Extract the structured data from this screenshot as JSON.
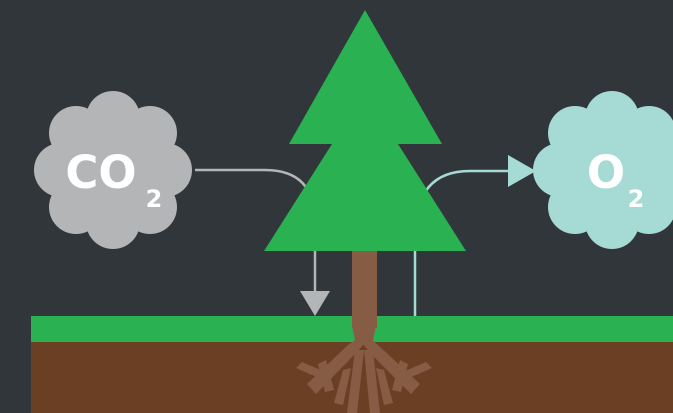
{
  "diagram": {
    "colors": {
      "background": "#31363a",
      "grass": "#2ab152",
      "soil": "#6a3f24",
      "tree_foliage": "#2ab152",
      "trunk": "#875c45",
      "roots": "#875c45",
      "co2_cloud": "#b3b5b7",
      "o2_cloud": "#a5dbd4",
      "co2_arrow": "#b3b5b7",
      "o2_arrow": "#a5dbd4",
      "label_text": "#ffffff"
    },
    "co2_cloud": {
      "main": "CO",
      "subscript": "2"
    },
    "o2_cloud": {
      "main": "O",
      "subscript": "2"
    }
  }
}
